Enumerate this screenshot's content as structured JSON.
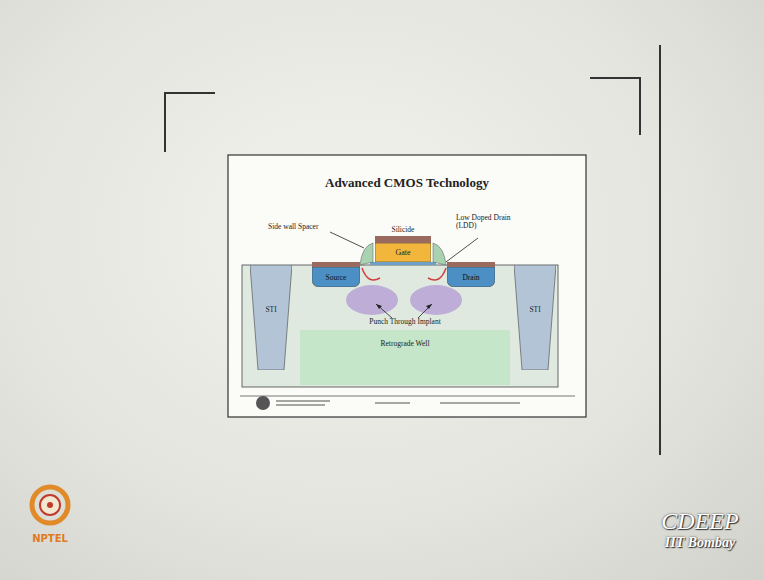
{
  "diagram": {
    "title": "Advanced CMOS Technology",
    "nodes": [
      {
        "text": [
          "Gate"
        ]
      },
      {
        "text": [
          "Source"
        ]
      },
      {
        "text": [
          "Drain"
        ]
      },
      {
        "text": [
          "STI"
        ]
      },
      {
        "text": [
          "STI"
        ]
      }
    ],
    "labels": [
      "Side wall Spacer",
      "Silicide",
      "Low Doped Drain (LDD)",
      "Punch Through Implant",
      "Retrograde Well",
      "NPTEL",
      "CDEEP",
      "IIT Bombay"
    ]
  }
}
